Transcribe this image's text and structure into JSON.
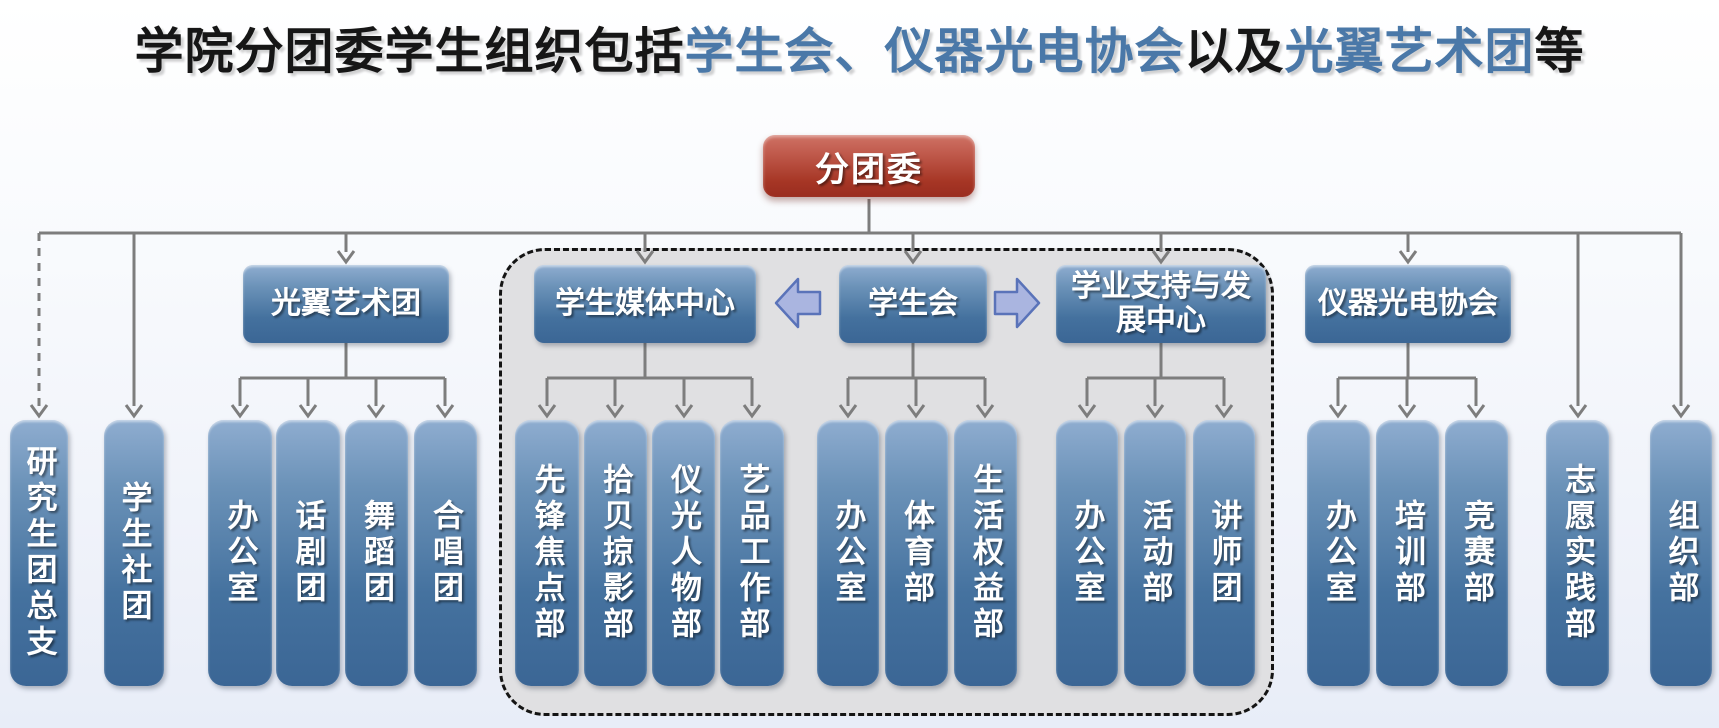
{
  "title": {
    "segments": [
      {
        "text": "学院分团委学生组织包括",
        "highlight": false
      },
      {
        "text": "学生会、仪器光电协会",
        "highlight": true
      },
      {
        "text": "以及",
        "highlight": false
      },
      {
        "text": "光翼艺术团",
        "highlight": true
      },
      {
        "text": "等",
        "highlight": false
      }
    ]
  },
  "colors": {
    "root_red": "#a63625",
    "node_blue": "#44719e",
    "title_highlight_blue": "#4a78a8",
    "connector_gray": "#7d7d7d",
    "block_arrow_fill": "#aab5e0",
    "block_arrow_border": "#5a73b9",
    "group_region_fill": "#e0e0e2"
  },
  "org": {
    "root": "分团委",
    "branches": [
      {
        "name": "光翼艺术团",
        "children": [
          "办公室",
          "话剧团",
          "舞蹈团",
          "合唱团"
        ]
      },
      {
        "name": "学生媒体中心",
        "children": [
          "先锋焦点部",
          "拾贝掠影部",
          "仪光人物部",
          "艺品工作部"
        ]
      },
      {
        "name": "学生会",
        "children": [
          "办公室",
          "体育部",
          "生活权益部"
        ]
      },
      {
        "name": "学业支持与发展中心",
        "children": [
          "办公室",
          "活动部",
          "讲师团"
        ]
      },
      {
        "name": "仪器光电协会",
        "children": [
          "办公室",
          "培训部",
          "竞赛部"
        ]
      }
    ],
    "direct_children": [
      {
        "name": "研究生团总支",
        "link_style": "dashed"
      },
      {
        "name": "学生社团",
        "link_style": "solid"
      },
      {
        "name": "志愿实践部",
        "link_style": "solid"
      },
      {
        "name": "组织部",
        "link_style": "solid"
      }
    ],
    "dashed_group_contains": [
      "学生媒体中心",
      "学生会",
      "学业支持与发展中心"
    ]
  }
}
